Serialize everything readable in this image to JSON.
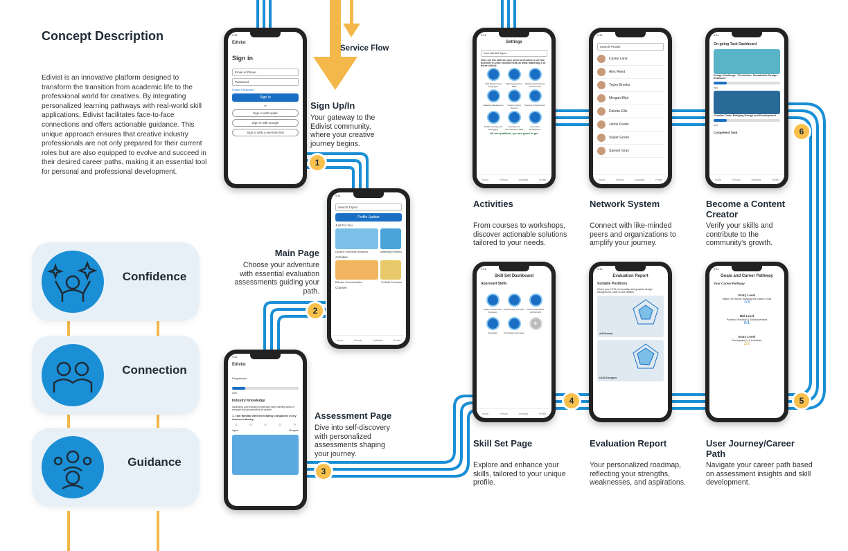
{
  "concept": {
    "title": "Concept Description",
    "body": "Edivist is an innovative platform designed to transform the transition from academic life to the professional world for creatives. By integrating personalized learning pathways with real-world skill applications, Edivist facilitates face-to-face connections and offers actionable guidance. This unique approach ensures that creative industry professionals are not only prepared for their current roles but are also equipped to evolve and succeed in their desired career paths, making it an essential tool for personal and professional development."
  },
  "pillars": [
    {
      "label": "Confidence",
      "icon": "confidence-icon"
    },
    {
      "label": "Connection",
      "icon": "connection-icon"
    },
    {
      "label": "Guidance",
      "icon": "guidance-icon"
    }
  ],
  "service_flow": "Service Flow",
  "steps": [
    {
      "num": "1",
      "title": "Sign Up/In",
      "desc": "Your gateway to the Edivist community, where your creative journey begins."
    },
    {
      "num": "",
      "title": "Main Page",
      "desc": "Choose your adventure with essential evaluation assessments guiding your path."
    },
    {
      "num": "2",
      "title": "",
      "desc": ""
    },
    {
      "num": "3",
      "title": "Assessment Page",
      "desc": "Dive into self-discovery with personalized assessments shaping your journey."
    },
    {
      "num": "4",
      "title": "Skill Set Page",
      "desc": "Explore and enhance your skills, tailored to your unique profile."
    },
    {
      "num": "5",
      "title": "User Journey/Career Path",
      "desc": "Navigate your career path based on assessment insights and skill development."
    },
    {
      "num": "6",
      "title": "Become a Content Creator",
      "desc": "Verify your skills and contribute to the community's growth."
    }
  ],
  "activities": {
    "title": "Activities",
    "desc": "From courses to workshops, discover actionable solutions tailored to your needs."
  },
  "network": {
    "title": "Network System",
    "desc": "Connect with like-minded peers and organizations to amplify your journey."
  },
  "evaluation": {
    "title": "Evaluation Report",
    "desc": "Your personalized roadmap, reflecting your strengths, weaknesses, and aspirations."
  },
  "screens": {
    "signin": {
      "time": "9:41",
      "brand": "Edivist",
      "heading": "Sign in",
      "email": "Email or Phone",
      "password": "Password",
      "forgot": "Forgot Password?",
      "signin_btn": "Sign In",
      "or": "or",
      "apple": "Sign in with Apple",
      "google": "Sign in with Google",
      "link": "Sign in with a one-time link"
    },
    "main": {
      "time": "9:41",
      "search": "Search Topics",
      "profile": "Profile Update",
      "just_for_you": "Just For You",
      "card1": "Dynamic Teamwork Workshop",
      "card2": "Mastering Emotions",
      "activities": "Activities",
      "card3": "Effective Communication",
      "card4": "Portfolio Perfection",
      "courses": "Courses",
      "tabs": [
        "Home",
        "Friends",
        "Activities",
        "Profile"
      ]
    },
    "assessment": {
      "time": "9:41",
      "brand": "Edivist",
      "progression": "Progression",
      "pct": "20%",
      "section": "Industry Knowledge",
      "intro": "Assessing your industry knowledge helps identify areas of strength and opportunities for growth.",
      "question": "1. I am familiar with the leading companies in my chosen industry.",
      "agree": "Agree",
      "disagree": "Disagree"
    },
    "settings": {
      "time": "9:41",
      "title": "Settings",
      "field": "Input intended Sigma",
      "prompt": "Here are the skill set you need to become a service provider in your chosen field (at least matching 3 of these skills):",
      "skills": [
        "Web Programming Languages",
        "Web Development Skills",
        "Software Development Fundamentals",
        "Database Management",
        "Version Control Systems",
        "Testing and Deployment",
        "Problem-Solving and Debugging",
        "Teaching and Communication Skills",
        "Curriculum Development"
      ],
      "qualified": "4/6 are qualified, you are good to go!",
      "tabs": [
        "Home",
        "Friends",
        "Activities",
        "Profile"
      ]
    },
    "network": {
      "time": "9:41",
      "search": "Search People",
      "people": [
        "Casey Lane",
        "Alex Reed",
        "Taylor Brooks",
        "Morgan Blair",
        "Dakota Ellis",
        "Jamie Foster",
        "Skyler Green",
        "Sawyer Gray"
      ],
      "tabs": [
        "Home",
        "Friends",
        "Activities",
        "Profile"
      ]
    },
    "creator": {
      "time": "9:41",
      "title": "On-going Task Dashboard",
      "task1": "Design Challenge: \"EcoVision: Sustainable Design Solutions\"",
      "pct1": "20%",
      "task2": "Creative Code: Bridging Design and Development",
      "pct2": "20%",
      "completed": "Completed Task",
      "tabs": [
        "Home",
        "Friends",
        "Activities",
        "Profile"
      ]
    },
    "skillset": {
      "time": "9:41",
      "title": "Skill Set Dashboard",
      "approved": "Approved Skills",
      "skills": [
        "Adobe Creative Suite Proficiency",
        "Visual Design Principles",
        "Web Design Basics (HTML/CSS)",
        "Typography",
        "Print Design and Layout",
        "+"
      ],
      "tabs": [
        "Home",
        "Friends",
        "Activities",
        "Profile"
      ]
    },
    "evaluation": {
      "time": "9:41",
      "title": "Evaluation Report",
      "section": "Suitable Positions",
      "intro": "Given your ISTJ personality and graphic design background, click to see details",
      "role1": "Art Director",
      "role2": "UX/UI Designer"
    },
    "career": {
      "time": "9:41",
      "title": "Goals and Career Pathway",
      "section": "Your Career Pathway",
      "m1_title": "Entry Level",
      "m1_goal": "Make 3 Friends Sharing the Same Goal",
      "m1_count": "1/3",
      "m2_title": "Mid Level",
      "m2_goal": "Portfolio Review & Enhancement",
      "m2_count": "0/1",
      "m3_title": "Entry Level",
      "m3_goal": "Participate in 2 Activities",
      "m3_count": "2/2"
    }
  },
  "colors": {
    "route_blue": "#1a8fd6",
    "gold": "#f4b84a",
    "badge": "#f9c04c",
    "pillar_bg": "#e8f0f7"
  }
}
